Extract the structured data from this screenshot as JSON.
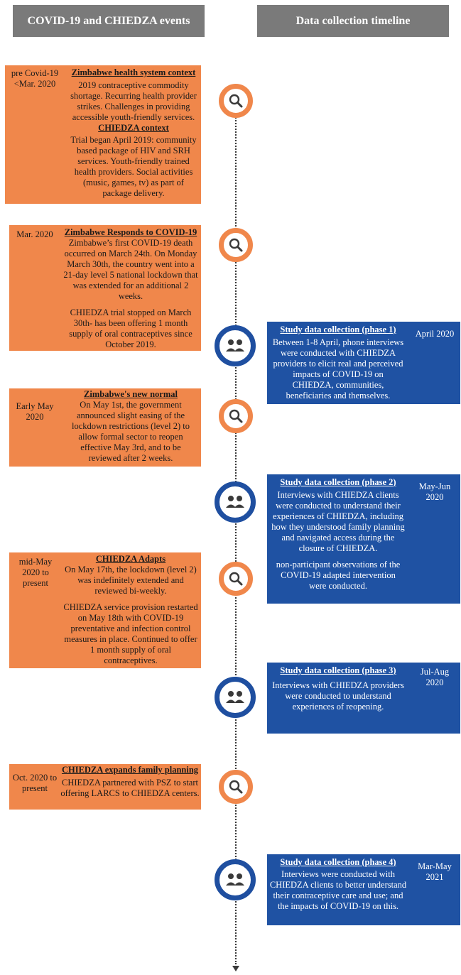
{
  "headers": {
    "left": "COVID-19 and CHIEDZA events",
    "right": "Data collection timeline"
  },
  "colors": {
    "orange": "#f0874b",
    "blue": "#1f52a3",
    "header_gray": "#7a7a7a"
  },
  "icons": {
    "event": "magnifier-icon",
    "data_collection": "people-group-icon"
  },
  "events": [
    {
      "date": "pre Covid-19 <Mar. 2020",
      "sections": [
        {
          "title": "Zimbabwe health system context",
          "text": "2019 contraceptive commodity shortage. Recurring health provider strikes. Challenges in providing accessible youth-friendly services."
        },
        {
          "title": "CHIEDZA context",
          "text": "Trial began April 2019: community based package of HIV and SRH services. Youth-friendly trained health providers. Social activities (music, games, tv) as part of package delivery."
        }
      ]
    },
    {
      "date": "Mar. 2020",
      "sections": [
        {
          "title": "Zimbabwe Responds to COVID-19",
          "text": "Zimbabwe’s first COVID-19 death occurred on March 24th. On Monday March 30th, the country went into a 21-day level 5 national lockdown that was extended for an additional 2 weeks."
        },
        {
          "title": "",
          "text": "CHIEDZA trial stopped on March 30th- has been offering 1 month supply of oral contraceptives since October 2019."
        }
      ]
    },
    {
      "date": "Early May 2020",
      "sections": [
        {
          "title": "Zimbabwe's new normal",
          "text": "On May 1st, the government announced slight easing of the lockdown restrictions (level 2) to allow formal sector to reopen effective May 3rd, and to be reviewed after 2 weeks."
        }
      ]
    },
    {
      "date": "mid-May 2020 to present",
      "sections": [
        {
          "title": "CHIEDZA Adapts",
          "text": "On May 17th, the lockdown (level 2) was indefinitely extended and reviewed bi-weekly."
        },
        {
          "title": "",
          "text": "CHIEDZA service provision restarted on May 18th with COVID-19 preventative and infection control measures in place. Continued to offer 1 month supply of oral contraceptives."
        }
      ]
    },
    {
      "date": "Oct. 2020 to present",
      "sections": [
        {
          "title": "CHIEDZA expands family planning",
          "text": "CHIEDZA partnered with PSZ to start offering LARCS to CHIEDZA centers."
        }
      ]
    }
  ],
  "data_collection": [
    {
      "date": "April 2020",
      "sections": [
        {
          "title": "Study data collection (phase 1)",
          "text": "Between 1-8 April, phone interviews were conducted with CHIEDZA providers to elicit real and perceived impacts of COVID-19 on CHIEDZA, communities, beneficiaries and themselves."
        }
      ]
    },
    {
      "date": "May-Jun 2020",
      "sections": [
        {
          "title": "Study data collection (phase 2)",
          "text": "Interviews with CHIEDZA clients were conducted to understand their experiences of CHIEDZA, including how they understood family planning and navigated access during the closure of CHIEDZA."
        },
        {
          "title": "",
          "text": "non-participant observations of the COVID-19 adapted intervention were conducted."
        }
      ]
    },
    {
      "date": "Jul-Aug 2020",
      "sections": [
        {
          "title": "Study data collection (phase 3)",
          "text": "Interviews with CHIEDZA providers were conducted to understand experiences of reopening."
        }
      ]
    },
    {
      "date": "Mar-May 2021",
      "sections": [
        {
          "title": "Study data collection (phase 4)",
          "text": "Interviews were conducted with CHIEDZA clients to better understand their contraceptive care and use; and the impacts of COVID-19 on this."
        }
      ]
    }
  ]
}
